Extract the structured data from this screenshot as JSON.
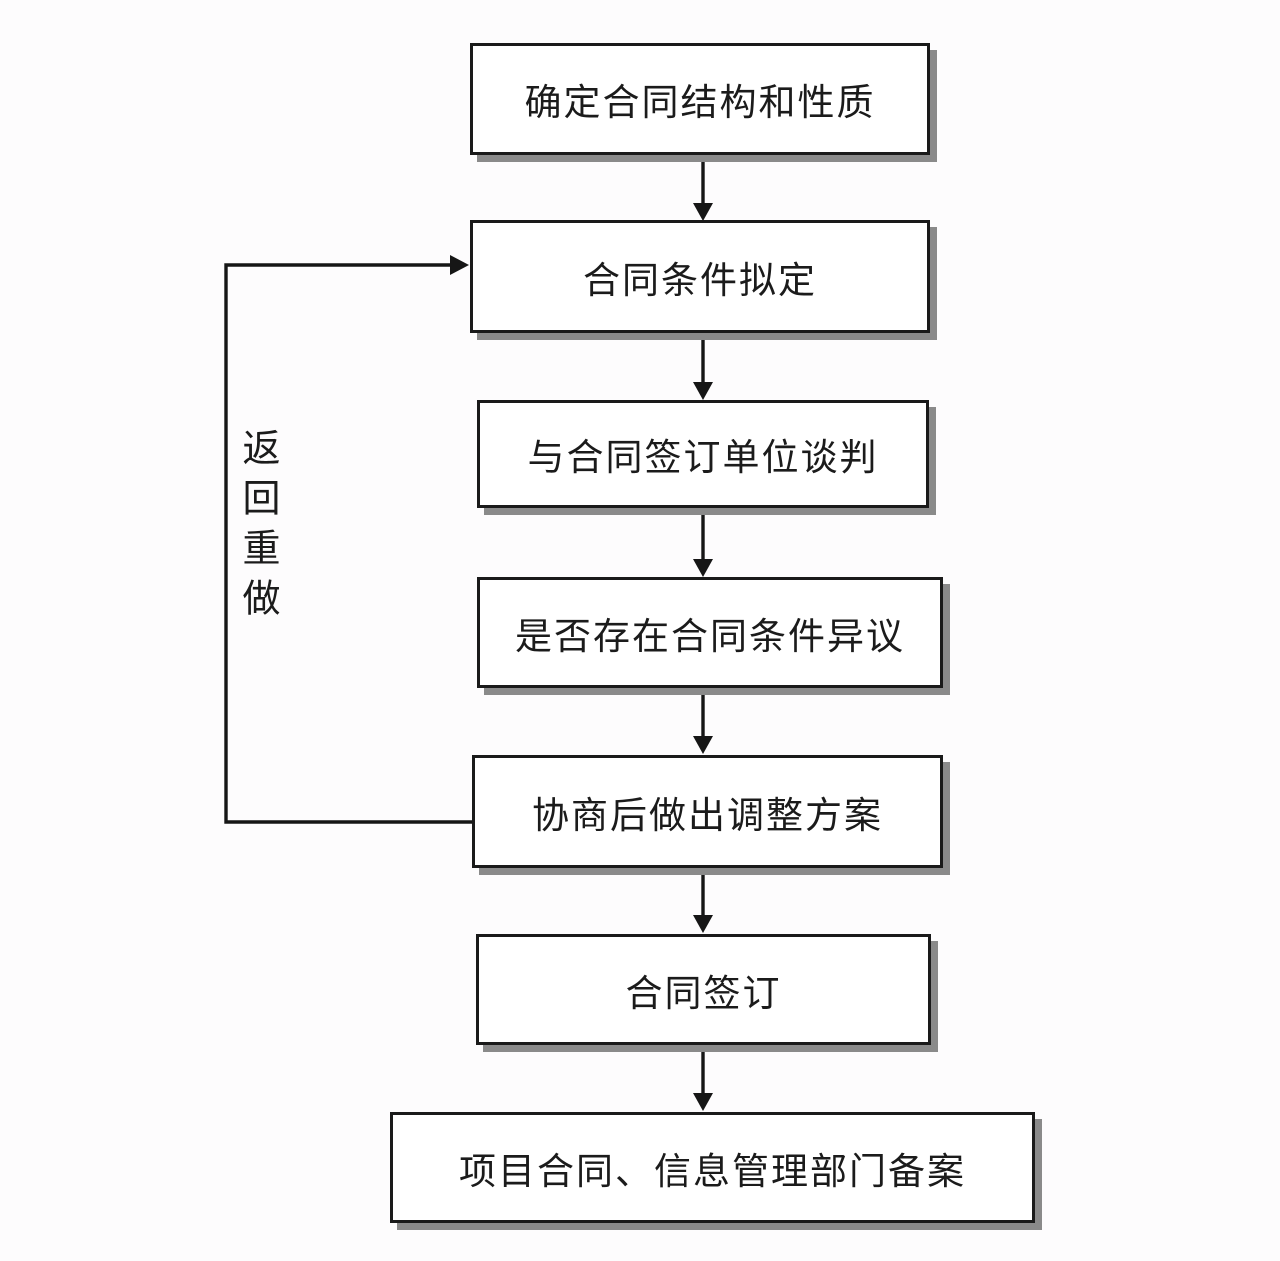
{
  "diagram": {
    "type": "flowchart",
    "language": "zh-CN",
    "nodes": [
      {
        "id": "determine-structure",
        "label": "确定合同结构和性质"
      },
      {
        "id": "draft-conditions",
        "label": "合同条件拟定"
      },
      {
        "id": "negotiate-with-signer",
        "label": "与合同签订单位谈判"
      },
      {
        "id": "objection-check",
        "label": "是否存在合同条件异议"
      },
      {
        "id": "adjustment-plan",
        "label": "协商后做出调整方案"
      },
      {
        "id": "contract-signing",
        "label": "合同签订"
      },
      {
        "id": "filing",
        "label": "项目合同、信息管理部门备案"
      }
    ],
    "edges": [
      {
        "from": "determine-structure",
        "to": "draft-conditions",
        "type": "arrow-down"
      },
      {
        "from": "draft-conditions",
        "to": "negotiate-with-signer",
        "type": "arrow-down"
      },
      {
        "from": "negotiate-with-signer",
        "to": "objection-check",
        "type": "arrow-down"
      },
      {
        "from": "objection-check",
        "to": "adjustment-plan",
        "type": "arrow-down"
      },
      {
        "from": "adjustment-plan",
        "to": "contract-signing",
        "type": "arrow-down"
      },
      {
        "from": "contract-signing",
        "to": "filing",
        "type": "arrow-down"
      },
      {
        "from": "adjustment-plan",
        "to": "draft-conditions",
        "type": "loopback-left",
        "label": "返回重做"
      }
    ],
    "loop_label": "返回重做",
    "colors": {
      "background": "#fdfcfd",
      "box_fill": "#ffffff",
      "line": "#161616",
      "shadow": "#8a8a8a"
    }
  }
}
